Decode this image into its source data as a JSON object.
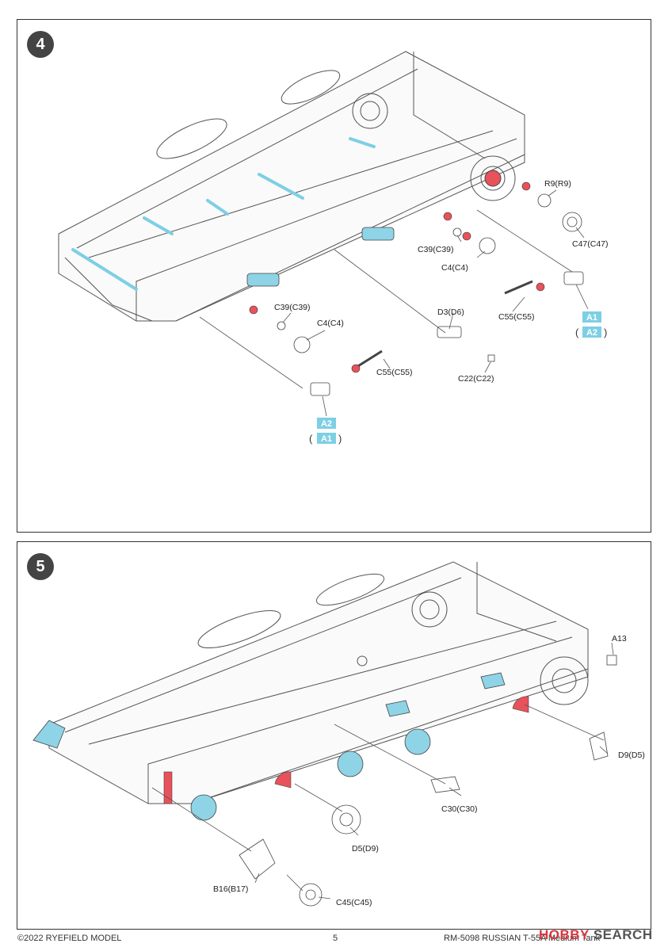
{
  "steps": [
    {
      "number": "4"
    },
    {
      "number": "5"
    }
  ],
  "step4_labels": {
    "r9": "R9(R9)",
    "c47": "C47(C47)",
    "c39_a": "C39(C39)",
    "c4_a": "C4(C4)",
    "c55_a": "C55(C55)",
    "d3": "D3(D6)",
    "c39_b": "C39(C39)",
    "c4_b": "C4(C4)",
    "c55_b": "C55(C55)",
    "c22": "C22(C22)"
  },
  "step4_tags": {
    "right_primary": "A1",
    "right_alt": "A2",
    "left_primary": "A2",
    "left_alt": "A1",
    "open_paren": "(",
    "close_paren": ")"
  },
  "step5_labels": {
    "a13": "A13",
    "d9": "D9(D5)",
    "c30": "C30(C30)",
    "d5": "D5(D9)",
    "b16": "B16(B17)",
    "c45": "C45(C45)"
  },
  "footer": {
    "copyright": "©2022 RYEFIELD MODEL",
    "page": "5",
    "title": "RM-5098 RUSSIAN T-55A Medium Tank"
  },
  "watermark": {
    "hobby": "HOBBY",
    "search": " SEARCH"
  },
  "colors": {
    "highlight_blue": "#8fd3e6",
    "highlight_red": "#e8525a",
    "tag_blue": "#7dcfe4",
    "line": "#555555"
  }
}
